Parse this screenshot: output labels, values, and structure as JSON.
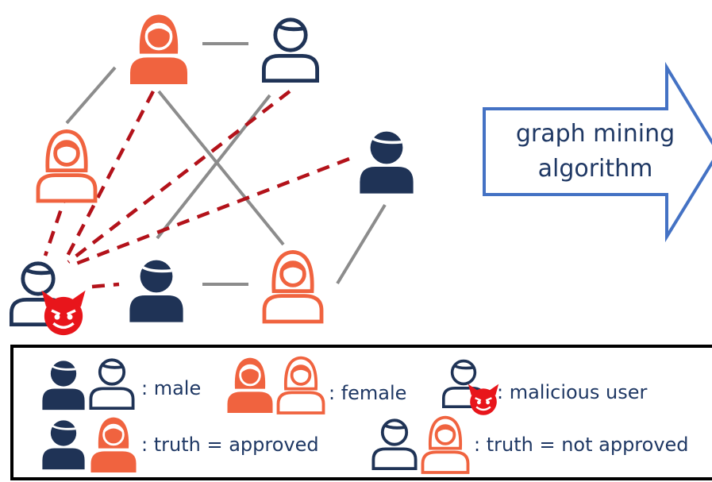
{
  "colors": {
    "male_dark": "#1f3356",
    "female_orange": "#f0633f",
    "edge_gray": "#8c8c8c",
    "malicious_edge": "#b3121a",
    "devil_red": "#e8151b",
    "arrow_border": "#4472c4"
  },
  "arrow": {
    "line1": "graph mining",
    "line2": "algorithm"
  },
  "legend": {
    "male": ": male",
    "female": ": female",
    "malicious": ": malicious user",
    "approved": ": truth = approved",
    "not_approved": ": truth = not approved"
  },
  "icons": {
    "male_filled": "male-filled-icon",
    "male_outline": "male-outline-icon",
    "female_filled": "female-filled-icon",
    "female_outline": "female-outline-icon",
    "devil": "devil-icon"
  }
}
